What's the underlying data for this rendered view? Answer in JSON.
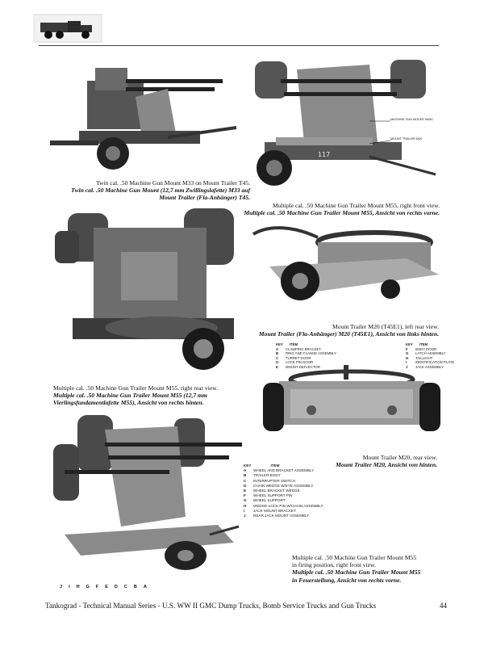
{
  "captions": {
    "m33": {
      "en": "Twin cal. .50 Machine Gun Mount M33 on Mount Trailer T45.",
      "de": "Twin cal. .50 Machine Gun Mount (12,7 mm Zwillingslafette) M33 auf Mount Trailer (Fla-Anhänger) T45."
    },
    "m55_front": {
      "en": "Multiple cal. .50 Machine Gun Trailer Mount M55, right front view.",
      "de": "Multiple cal. .50 Machine Gun Trailer Mount M55, Ansicht von rechts vorne."
    },
    "m20_left": {
      "en": "Mount Trailer M20 (T45E1), left rear view.",
      "de": "Mount Trailer (Fla-Anhänger) M20 (T45E1), Ansicht von links hinten."
    },
    "m55_rear": {
      "en": "Multiple cal. .50 Machine Gun Trailer Mount M55, right rear view.",
      "de": "Multiple cal. .50 Machine Gun Trailer Mount M55 (12,7 mm Vierlingsfundamentlafette M55), Ansicht von rechts hinten."
    },
    "m20_rear": {
      "en": "Mount Trailer M20, rear view.",
      "de": "Mount Trailer M20, Ansicht von hinten."
    },
    "m55_firing": {
      "en1": "Multiple cal. .50 Machine Gun Trailer Mount M55",
      "en2": "in firing position, right front view.",
      "de1": "Multiple cal. .50 Machine Gun Trailer Mount M55",
      "de2": "in Feuerstellung, Ansicht von rechts vorne."
    }
  },
  "photo_labels": {
    "gun_mount": "MACHINE GUN MOUNT M45C",
    "trailer": "MOUNT TRAILER M20",
    "plate": "117"
  },
  "key_small": {
    "header_key": "KEY",
    "header_item": "ITEM",
    "left": [
      {
        "k": "A",
        "t": "CLAMPING BRACKET"
      },
      {
        "k": "B",
        "t": "RING AND FLANGE ASSEMBLY"
      },
      {
        "k": "C",
        "t": "TURRET DOOR"
      },
      {
        "k": "D",
        "t": "LOCK PIN DOOR"
      },
      {
        "k": "E",
        "t": "MOUNT DEFLECTOR"
      }
    ],
    "right": [
      {
        "k": "F",
        "t": "BODY DOOR"
      },
      {
        "k": "G",
        "t": "LATCH ASSEMBLY"
      },
      {
        "k": "H",
        "t": "TAILLIGHT"
      },
      {
        "k": "I",
        "t": "IDENTIFICATION PLATE"
      },
      {
        "k": "J",
        "t": "JACK ASSEMBLY"
      }
    ]
  },
  "key_large": {
    "header_key": "KEY",
    "header_item": "ITEM",
    "rows": [
      {
        "k": "A",
        "t": "WHEEL AND BRACKET ASSEMBLY"
      },
      {
        "k": "B",
        "t": "TRAILER BODY"
      },
      {
        "k": "C",
        "t": "INTERRUPTER SWITCH"
      },
      {
        "k": "D",
        "t": "CHAIN WEDGE W/EYE ASSEMBLY"
      },
      {
        "k": "E",
        "t": "WHEEL BRACKET WEDGE"
      },
      {
        "k": "F",
        "t": "WHEEL SUPPORT PIN"
      },
      {
        "k": "G",
        "t": "WHEEL SUPPORT"
      },
      {
        "k": "H",
        "t": "WEDGE LOCK PIN W/CHAIN ASSEMBLY"
      },
      {
        "k": "I",
        "t": "JACK MOUNT BRACKET"
      },
      {
        "k": "J",
        "t": "REAR JACK MOUNT ASSEMBLY"
      }
    ],
    "callouts": [
      "J",
      "I",
      "H",
      "G",
      "F",
      "E",
      "D",
      "C",
      "B",
      "A"
    ]
  },
  "footer": {
    "title": "Tankograd - Technical Manual Series - U.S. WW II GMC Dump Trucks, Bomb Service Trucks and Gun Trucks",
    "page": "44"
  }
}
